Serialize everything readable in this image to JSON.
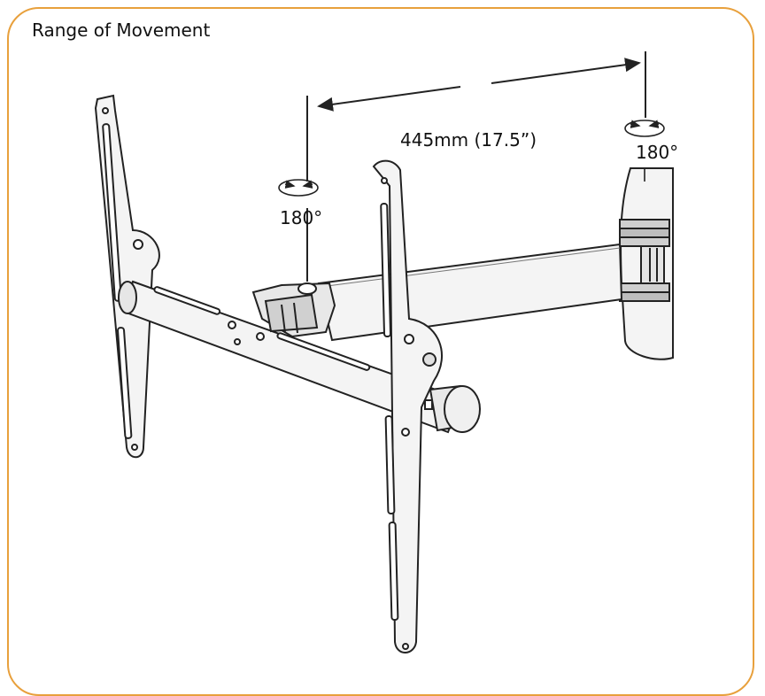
{
  "title": "Range of Movement",
  "dimension": {
    "label": "445mm (17.5”)"
  },
  "rotation": {
    "left_angle": "180°",
    "right_angle": "180°"
  },
  "colors": {
    "frame_border": "#e8a03c",
    "line": "#222222",
    "fill_light": "#f4f4f4",
    "fill_mid": "#d9d9d9",
    "fill_dark": "#9a9a9a"
  },
  "icons": [
    "rotation-arrow-icon",
    "dimension-arrow-icon"
  ]
}
